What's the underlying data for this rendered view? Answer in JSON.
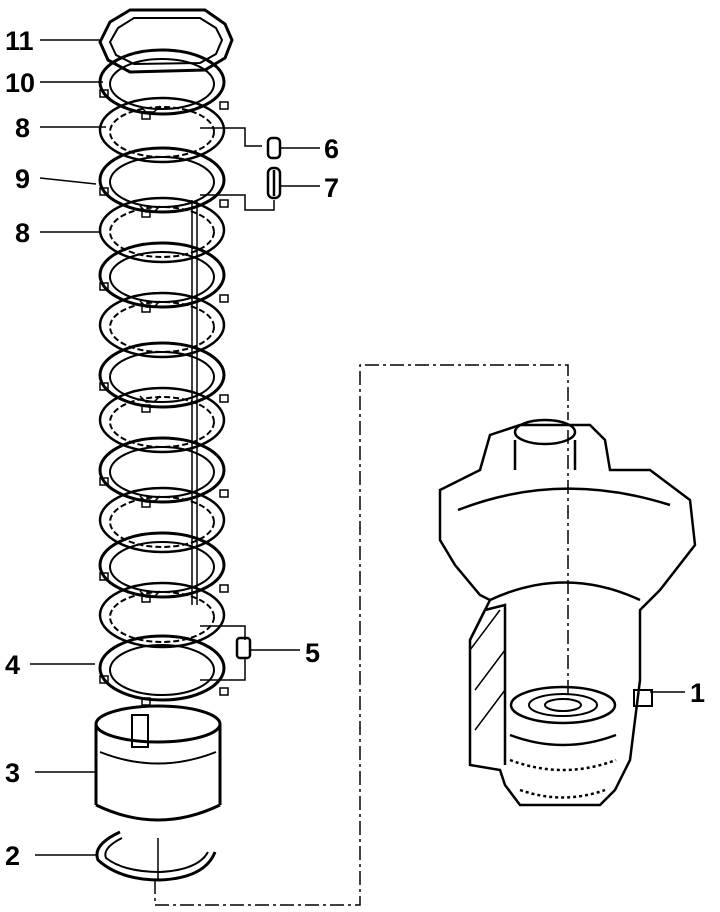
{
  "callouts": [
    "11",
    "10",
    "8",
    "9",
    "8",
    "6",
    "7",
    "5",
    "4",
    "3",
    "2",
    "1"
  ],
  "colors": {
    "ink": "#000000",
    "paper": "#ffffff"
  }
}
